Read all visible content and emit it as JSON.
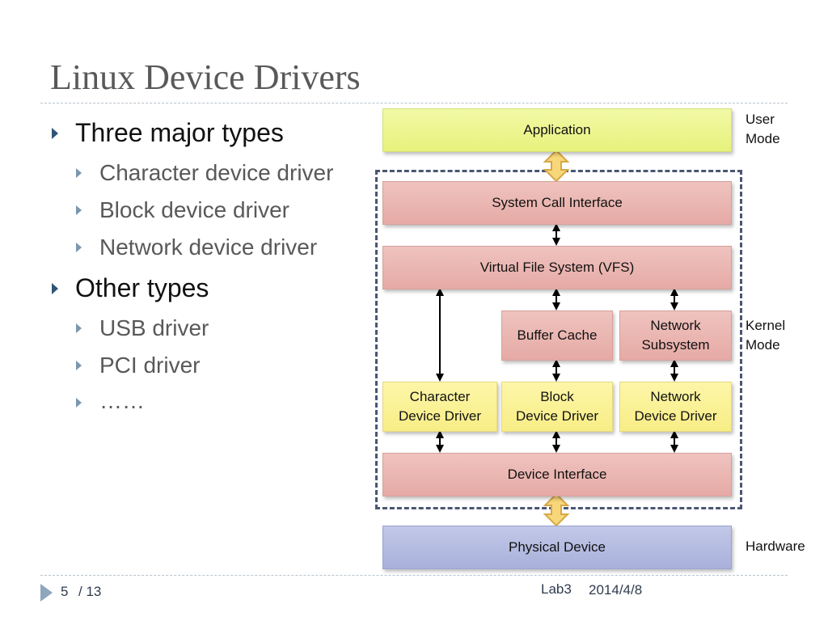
{
  "slide": {
    "title": "Linux Device Drivers",
    "bullets": [
      {
        "text": "Three major types",
        "subitems": [
          "Character device driver",
          "Block device driver",
          "Network device driver"
        ]
      },
      {
        "text": "Other types",
        "subitems": [
          "USB driver",
          "PCI driver",
          "……"
        ]
      }
    ]
  },
  "diagram": {
    "application": "Application",
    "system_call_interface": "System Call Interface",
    "vfs": "Virtual File System (VFS)",
    "buffer_cache": "Buffer Cache",
    "network_subsystem": [
      "Network",
      "Subsystem"
    ],
    "character_driver": [
      "Character",
      "Device Driver"
    ],
    "block_driver": [
      "Block",
      "Device Driver"
    ],
    "network_driver": [
      "Network",
      "Device Driver"
    ],
    "device_interface": "Device Interface",
    "physical_device": "Physical Device",
    "modes": {
      "user": [
        "User",
        "Mode"
      ],
      "kernel": [
        "Kernel",
        "Mode"
      ],
      "hardware": "Hardware"
    },
    "colors": {
      "user": "#e9f487",
      "kernel": "#e9b1ac",
      "driver": "#f9ef8c",
      "hardware": "#b0b8de",
      "frame": "#4a5673"
    }
  },
  "footer": {
    "page_current": "5",
    "page_total": "/ 13",
    "lab": "Lab3",
    "date": "2014/4/8",
    "icon": "play-triangle-icon"
  }
}
